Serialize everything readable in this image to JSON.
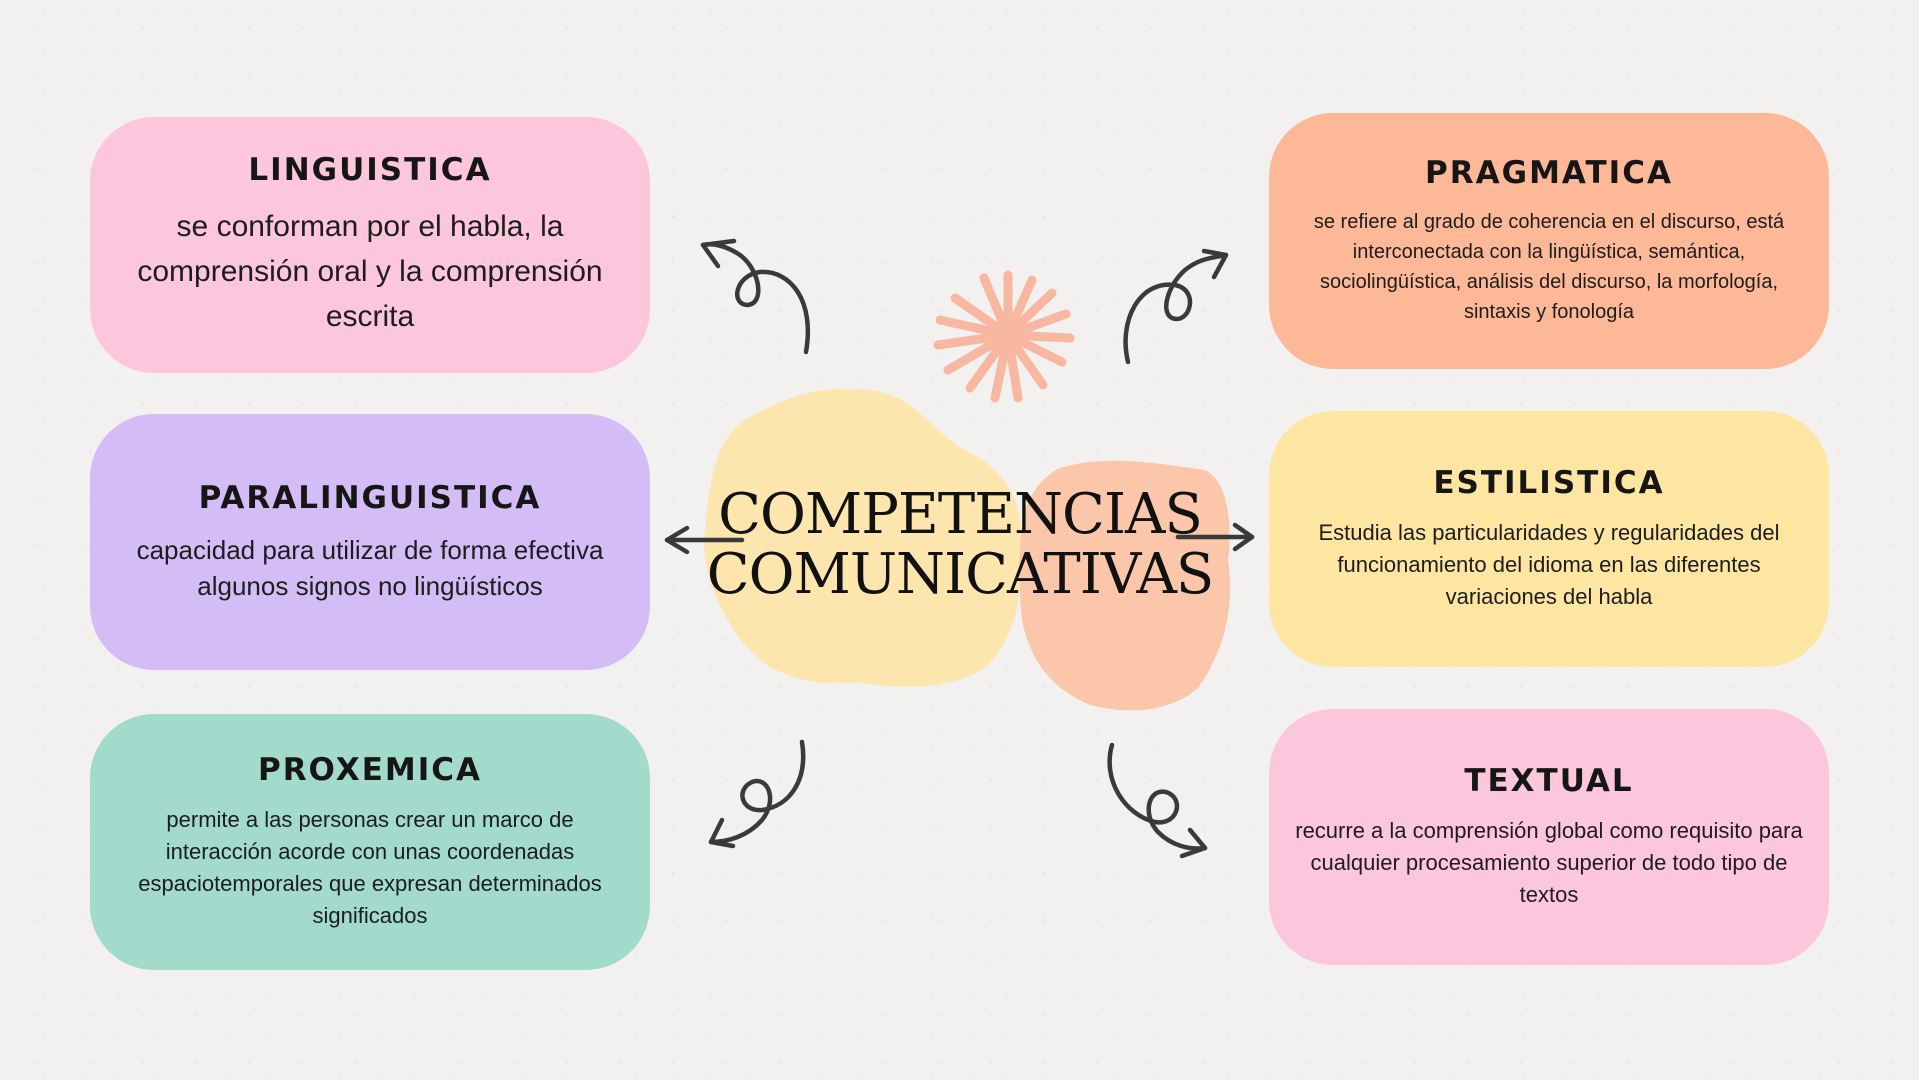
{
  "center": {
    "line1": "COMPETENCIAS",
    "line2": "COMUNICATIVAS"
  },
  "cards": {
    "linguistica": {
      "title": "LINGUISTICA",
      "text": "se conforman por el habla, la comprensión oral y la comprensión escrita",
      "color": "#fcc6dc"
    },
    "paralinguistica": {
      "title": "PARALINGUISTICA",
      "text": "capacidad para utilizar de forma efectiva algunos signos no lingüísticos",
      "color": "#d4bdf6"
    },
    "proxemica": {
      "title": "PROXEMICA",
      "text": "permite a las personas crear un marco de interacción acorde con unas coordenadas espaciotemporales que expresan determinados significados",
      "color": "#a2dacb"
    },
    "pragmatica": {
      "title": "PRAGMATICA",
      "text": "se refiere al grado de coherencia en el discurso, está interconectada con la lingüística, semántica, sociolingüística, análisis del discurso, la morfología, sintaxis y fonología",
      "color": "#fdb898"
    },
    "estilistica": {
      "title": "ESTILISTICA",
      "text": "Estudia las particularidades y regularidades del funcionamiento del idioma en las diferentes variaciones del habla",
      "color": "#fde5a2"
    },
    "textual": {
      "title": "TEXTUAL",
      "text": "recurre a la comprensión global como requisito para cualquier procesamiento superior de todo tipo de textos",
      "color": "#fcc6dc"
    }
  },
  "colors": {
    "blob_yellow": "#fce6ae",
    "blob_peach": "#fbc3a4",
    "starburst": "#f8b7a0",
    "arrow": "#3a3a3a"
  },
  "icons": [
    "starburst-icon",
    "curly-arrow-icon"
  ]
}
